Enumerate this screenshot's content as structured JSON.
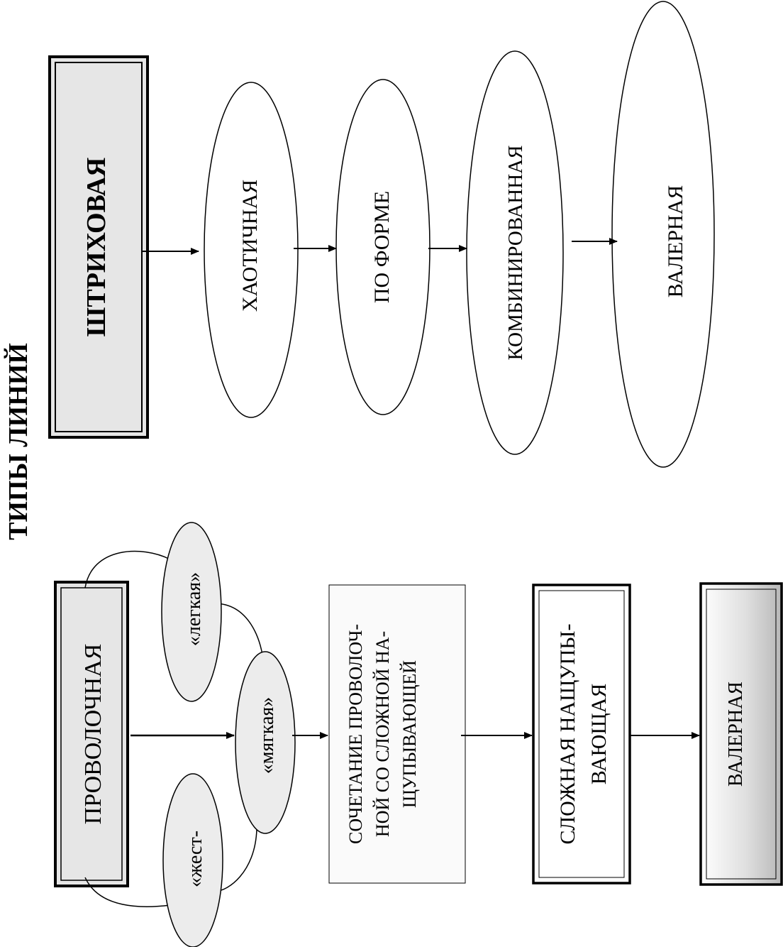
{
  "title": "ТИПЫ ЛИНИЙ",
  "hatch": {
    "heading": "ШТРИХОВАЯ",
    "steps": [
      "ХАОТИЧНАЯ",
      "ПО ФОРМЕ",
      "КОМБИНИРОВАННАЯ",
      "ВАЛЕРНАЯ"
    ]
  },
  "wire": {
    "heading": "ПРОВОЛОЧНАЯ",
    "variants": [
      "«легкая»",
      "«мягкая»",
      "«жест-"
    ],
    "combo_lines": [
      "СОЧЕТАНИЕ ПРОВОЛОЧ-",
      "НОЙ СО СЛОЖНОЙ НА-",
      "ЩУПЫВАЮЩЕЙ"
    ],
    "complex_lines": [
      "СЛОЖНАЯ  НАЩУПЫ-",
      "ВАЮЩАЯ"
    ],
    "valer": "ВАЛЕРНАЯ"
  },
  "colors": {
    "box_fill": "#e6e6e6",
    "ellipse_fill": "#ececec",
    "gradient_light": "#ffffff",
    "gradient_dark": "#b8b8b8",
    "line": "#000000"
  }
}
